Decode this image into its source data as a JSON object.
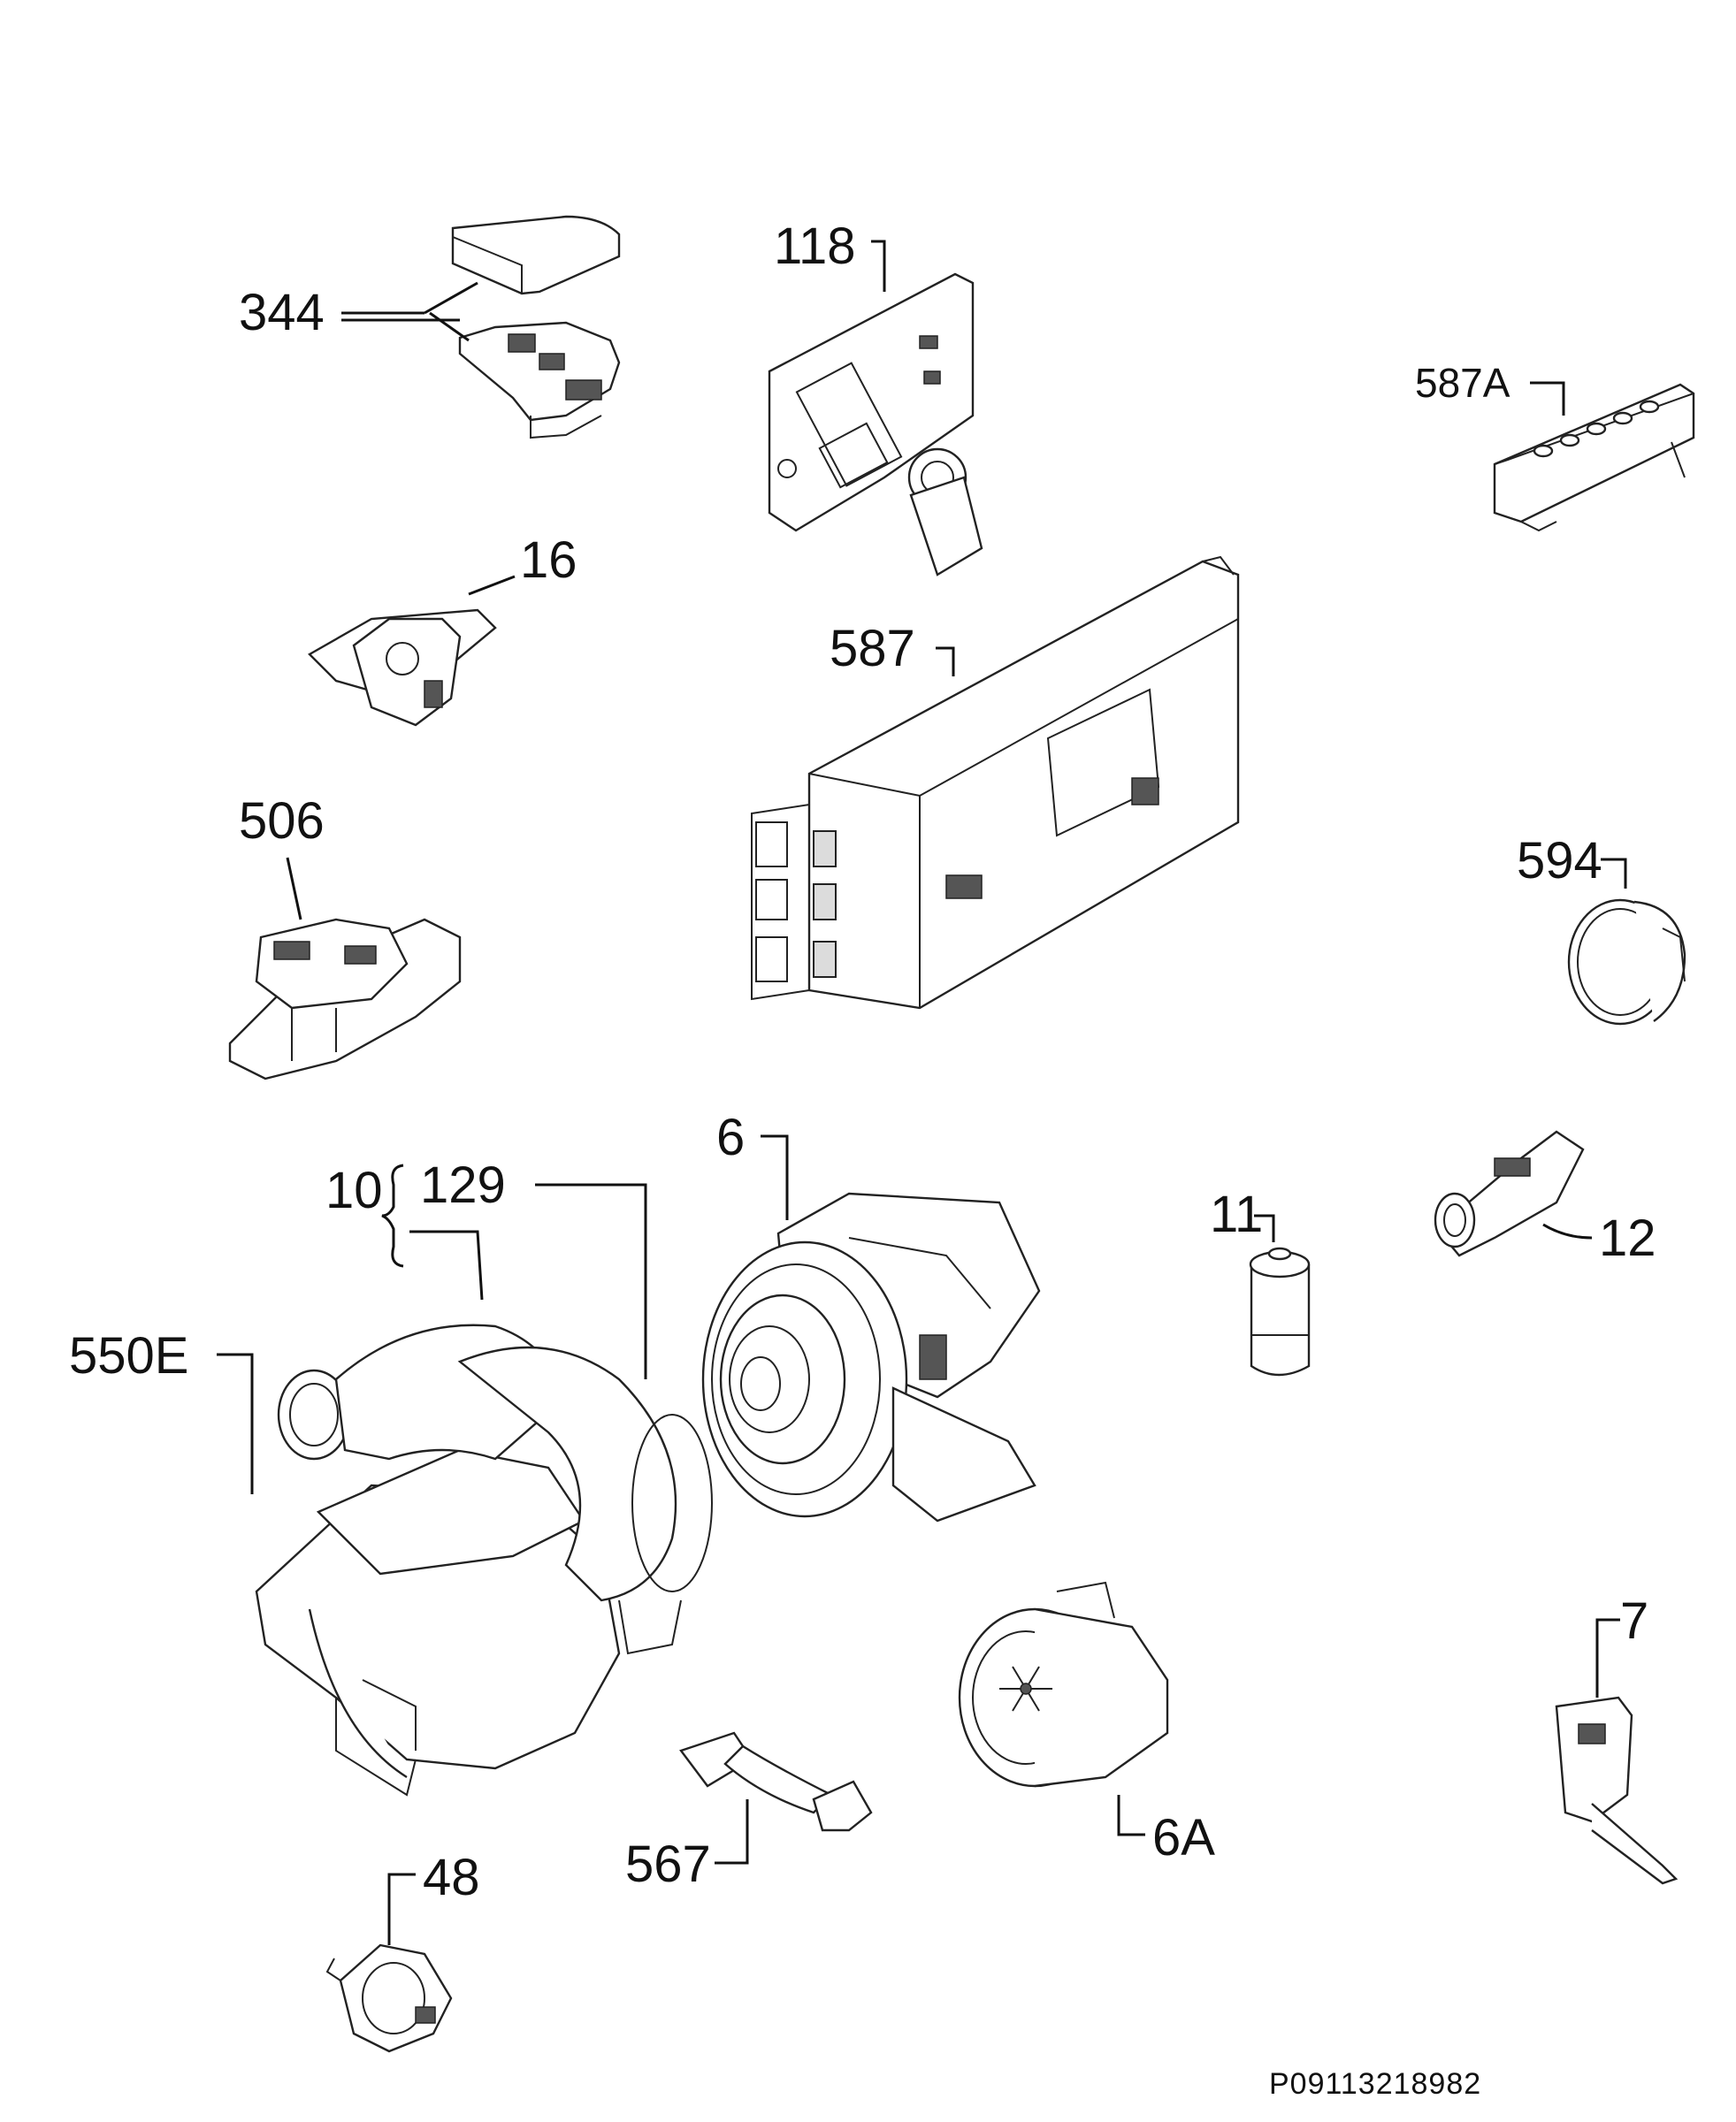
{
  "labels": {
    "l344": "344",
    "l118": "118",
    "l587a": "587A",
    "l16": "16",
    "l587": "587",
    "l506": "506",
    "l594": "594",
    "l6": "6",
    "l10": "10",
    "l129": "129",
    "l550e": "550E",
    "l11": "11",
    "l12": "12",
    "l7": "7",
    "l567": "567",
    "l6a": "6A",
    "l48": "48"
  },
  "drawing_code": "P09113218982"
}
